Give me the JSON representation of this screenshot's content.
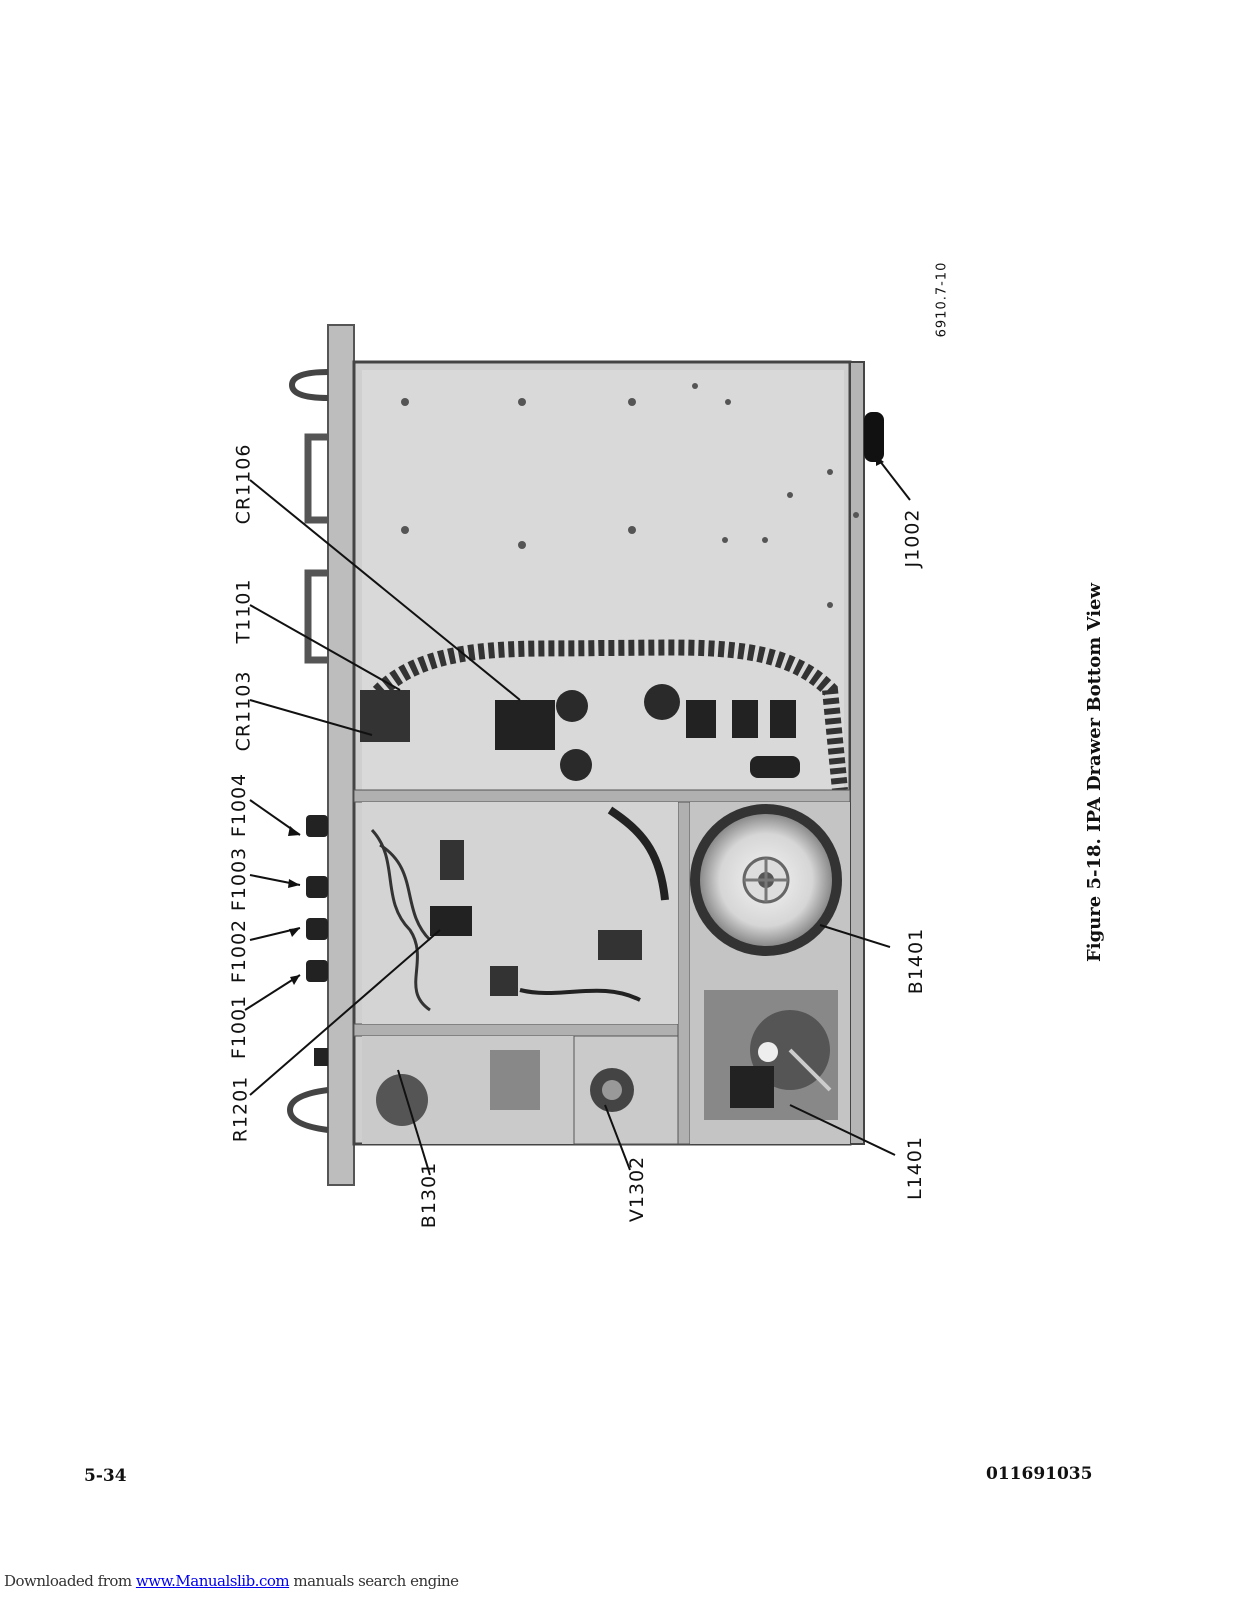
{
  "figure": {
    "caption": "Figure 5-18.  IPA Drawer Bottom View",
    "reference_number": "6910.7-10",
    "callouts": {
      "top": [
        "CR1106",
        "T1101",
        "CR1103",
        "F1004",
        "F1003",
        "F1002",
        "F1001",
        "R1201"
      ],
      "right": [
        "J1002",
        "B1401",
        "L1401"
      ],
      "bottom": [
        "B1301",
        "V1302"
      ]
    }
  },
  "footer": {
    "page_number": "5-34",
    "document_number": "011691035"
  },
  "download_banner": {
    "prefix": "Downloaded from ",
    "link_text": "www.Manualslib.com",
    "suffix": " manuals search engine"
  },
  "colors": {
    "ink": "#111111",
    "link": "#0000ee"
  }
}
